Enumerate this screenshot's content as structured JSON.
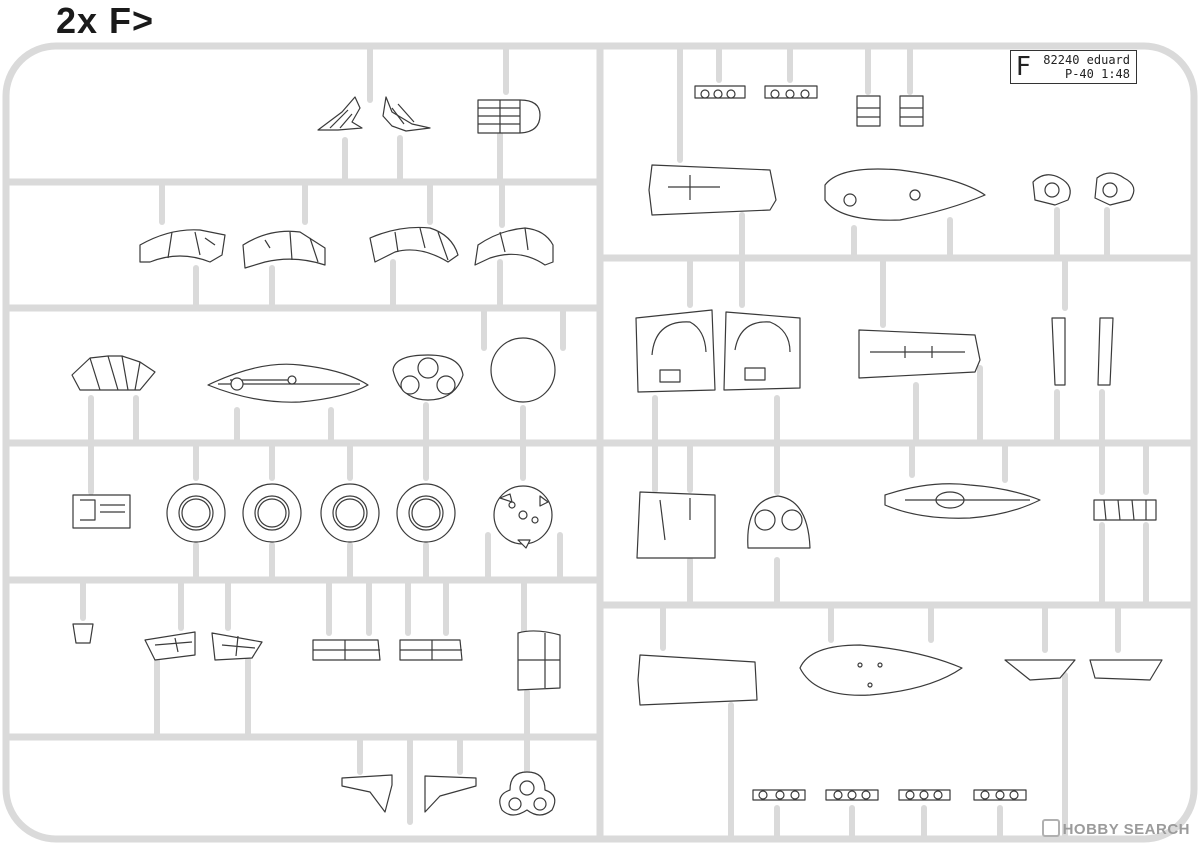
{
  "sheet": {
    "title": "2x F>",
    "tag_letter": "F",
    "tag_line1": "82240  eduard",
    "tag_line2": "P-40  1:48"
  },
  "watermark": {
    "text": "HOBBY SEARCH"
  },
  "colors": {
    "runner": "#dadada",
    "part_stroke": "#3a3a3a",
    "part_fill": "#ffffff"
  }
}
